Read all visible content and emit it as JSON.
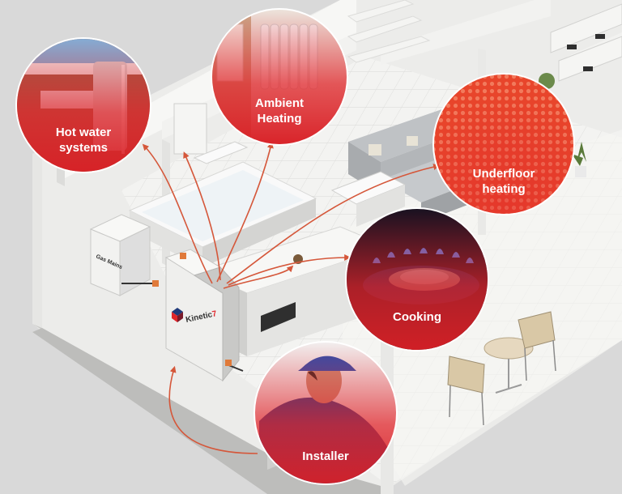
{
  "diagram": {
    "callouts": {
      "hot_water": {
        "line1": "Hot water",
        "line2": "systems"
      },
      "ambient": {
        "line1": "Ambient",
        "line2": "Heating"
      },
      "underfloor": {
        "line1": "Underfloor",
        "line2": "heating"
      },
      "cooking": {
        "line1": "Cooking"
      },
      "installer": {
        "line1": "Installer"
      }
    },
    "gas_mains_label": "Gas Mains",
    "unit_brand": "Kinetic",
    "unit_brand_suffix": "7",
    "colors": {
      "accent_red": "#e0262b",
      "arrow": "#d5573a",
      "floor": "#f4f4f2",
      "wall": "#ffffff",
      "background": "#d9d9d9"
    }
  }
}
